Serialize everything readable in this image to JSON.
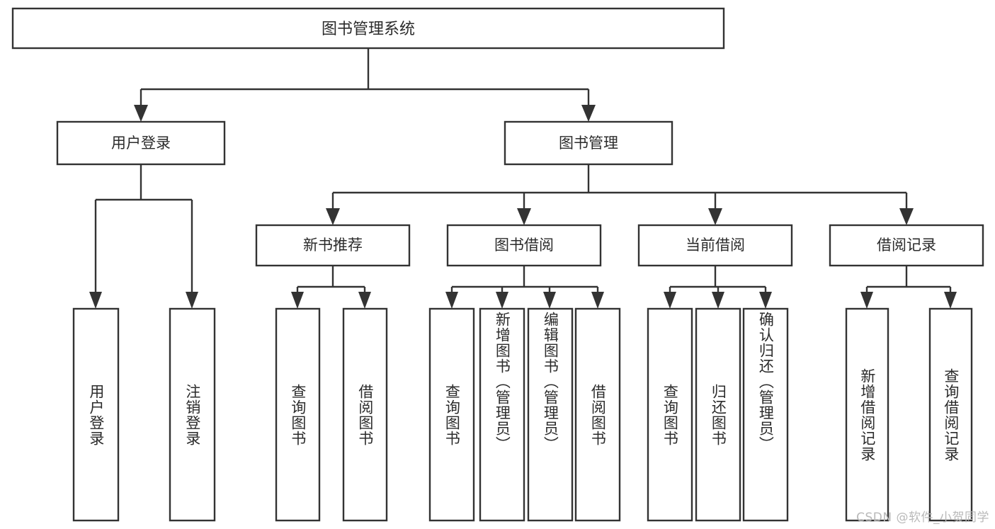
{
  "diagram": {
    "title": "图书管理系统",
    "type": "tree",
    "watermark": "CSDN @软件_小贺同学",
    "colors": {
      "stroke": "#333333",
      "fill": "#ffffff",
      "text": "#2b2b2b",
      "watermark": "#b9b9b9",
      "background": "#ffffff"
    },
    "root": {
      "label": "图书管理系统"
    },
    "level1": [
      {
        "label": "用户登录"
      },
      {
        "label": "图书管理"
      }
    ],
    "level2": [
      {
        "label": "新书推荐"
      },
      {
        "label": "图书借阅"
      },
      {
        "label": "当前借阅"
      },
      {
        "label": "借阅记录"
      }
    ],
    "leaves": {
      "user_login": [
        {
          "label": "用户登录"
        },
        {
          "label": "注销登录"
        }
      ],
      "new_book_recommend": [
        {
          "label": "查询图书"
        },
        {
          "label": "借阅图书"
        }
      ],
      "book_borrow": [
        {
          "label": "查询图书"
        },
        {
          "label": "新增图书（管理员）"
        },
        {
          "label": "编辑图书（管理员）"
        },
        {
          "label": "借阅图书"
        }
      ],
      "current_borrow": [
        {
          "label": "查询图书"
        },
        {
          "label": "归还图书"
        },
        {
          "label": "确认归还（管理员）"
        }
      ],
      "borrow_record": [
        {
          "label": "新增借阅记录"
        },
        {
          "label": "查询借阅记录"
        }
      ]
    }
  }
}
